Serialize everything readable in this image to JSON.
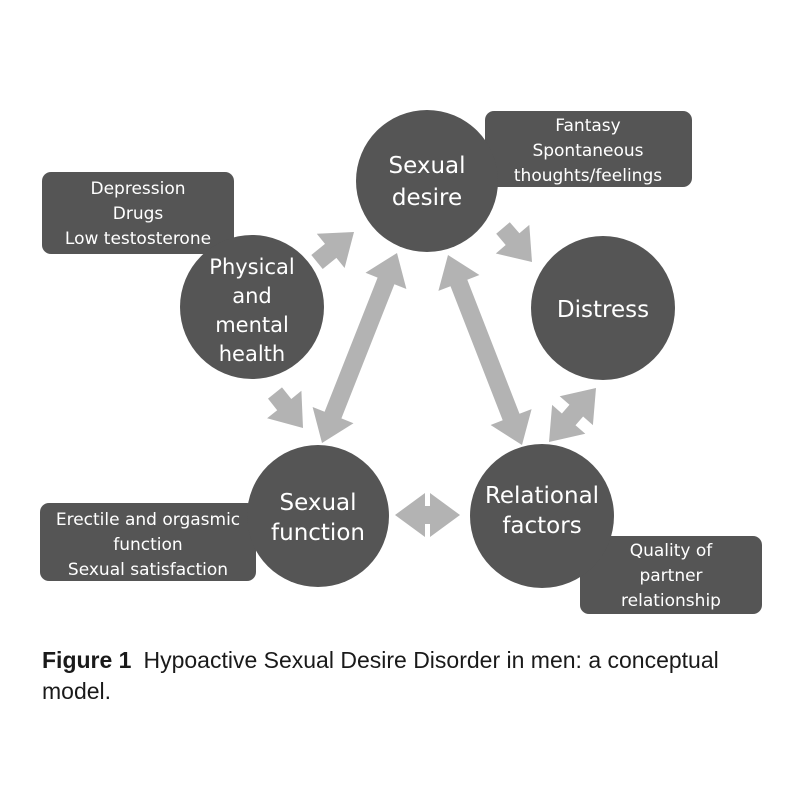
{
  "nodes": {
    "sexual_desire": [
      "Sexual",
      "desire"
    ],
    "physical_mental": [
      "Physical",
      "and",
      "mental",
      "health"
    ],
    "distress": [
      "Distress"
    ],
    "sexual_function": [
      "Sexual",
      "function"
    ],
    "relational": [
      "Relational",
      "factors"
    ]
  },
  "boxes": {
    "physical": [
      "Depression",
      "Drugs",
      "Low testosterone"
    ],
    "desire": [
      "Fantasy",
      "Spontaneous",
      "thoughts/feelings"
    ],
    "function": [
      "Erectile and orgasmic",
      "function",
      "Sexual satisfaction"
    ],
    "relational": [
      "Quality of",
      "partner",
      "relationship"
    ]
  },
  "caption": {
    "label": "Figure 1",
    "text": "Hypoactive Sexual Desire Disorder in men: a conceptual model."
  },
  "colors": {
    "node": "#555555",
    "box": "#555555",
    "arrow": "#b3b3b3"
  }
}
